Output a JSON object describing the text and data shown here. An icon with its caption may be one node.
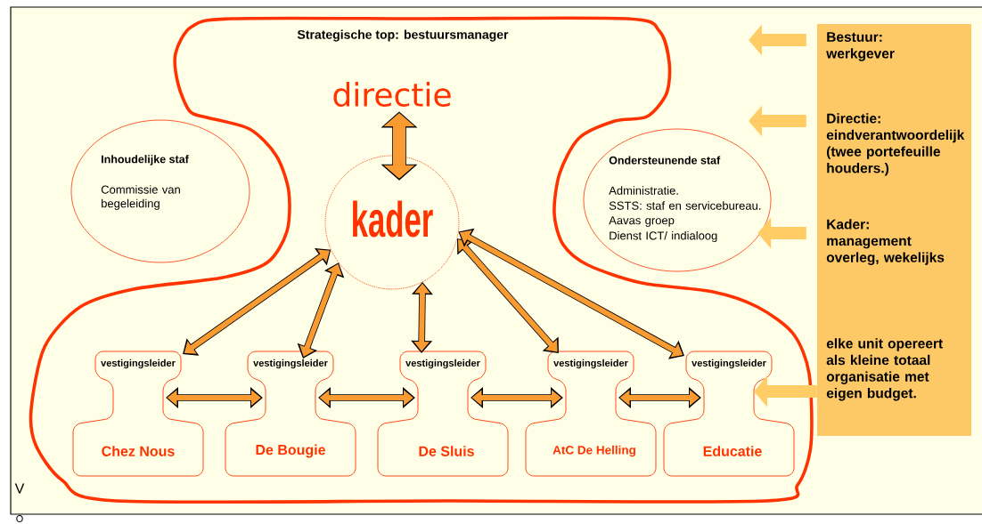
{
  "diagram": {
    "nodes": [
      {
        "text": [
          "Strategische top: bestuursmanager"
        ]
      },
      {
        "text": [
          "directie"
        ],
        "in": 0
      },
      {
        "text": [
          "kader"
        ],
        "in": 0
      },
      {
        "text": [
          "Inhoudelijke staf",
          "Commissie van begeleiding"
        ]
      },
      {
        "text": [
          "Ondersteunende staf",
          "Administratie.",
          "SSTS: staf en servicebureau.",
          "Aavas groep",
          "Dienst ICT/ indialoog"
        ]
      },
      {
        "text": [
          "vestigingsleider",
          "Chez Nous"
        ],
        "in": 0
      },
      {
        "text": [
          "vestigingsleider",
          "De Bougie"
        ],
        "in": 0
      },
      {
        "text": [
          "vestigingsleider",
          "De Sluis"
        ],
        "in": 0
      },
      {
        "text": [
          "vestigingsleider",
          "AtC De Helling"
        ],
        "in": 0
      },
      {
        "text": [
          "vestigingsleider",
          "Educatie"
        ],
        "in": 0
      },
      {
        "text": [
          "Bestuur: werkgever",
          "Directie: eindverantwoordelijk (twee portefeuille houders.)",
          "Kader: management overleg, wekelijks",
          "elke unit opereert als kleine totaal organisatie met eigen budget."
        ]
      }
    ],
    "edges": [
      {
        "from": 1,
        "to": 2,
        "arrow": "both",
        "style": "thick"
      },
      {
        "from": 2,
        "to": 5,
        "arrow": "both"
      },
      {
        "from": 2,
        "to": 6,
        "arrow": "both"
      },
      {
        "from": 2,
        "to": 7,
        "arrow": "both"
      },
      {
        "from": 2,
        "to": 8,
        "arrow": "both"
      },
      {
        "from": 2,
        "to": 9,
        "arrow": "both"
      },
      {
        "from": 5,
        "to": 6,
        "arrow": "both"
      },
      {
        "from": 6,
        "to": 7,
        "arrow": "both"
      },
      {
        "from": 7,
        "to": 8,
        "arrow": "both"
      },
      {
        "from": 8,
        "to": 9,
        "arrow": "both"
      },
      {
        "from": 10,
        "to": null,
        "arrow": "to",
        "style": "thick",
        "color": "#ffcc66"
      },
      {
        "from": 10,
        "to": null,
        "arrow": "to",
        "style": "thick",
        "color": "#ffcc66"
      },
      {
        "from": 10,
        "to": 4,
        "arrow": "to",
        "style": "thick",
        "color": "#ffcc66"
      },
      {
        "from": 10,
        "to": 9,
        "arrow": "to",
        "style": "thick",
        "color": "#ffcc66"
      }
    ],
    "labels": [
      "V",
      "O"
    ]
  }
}
